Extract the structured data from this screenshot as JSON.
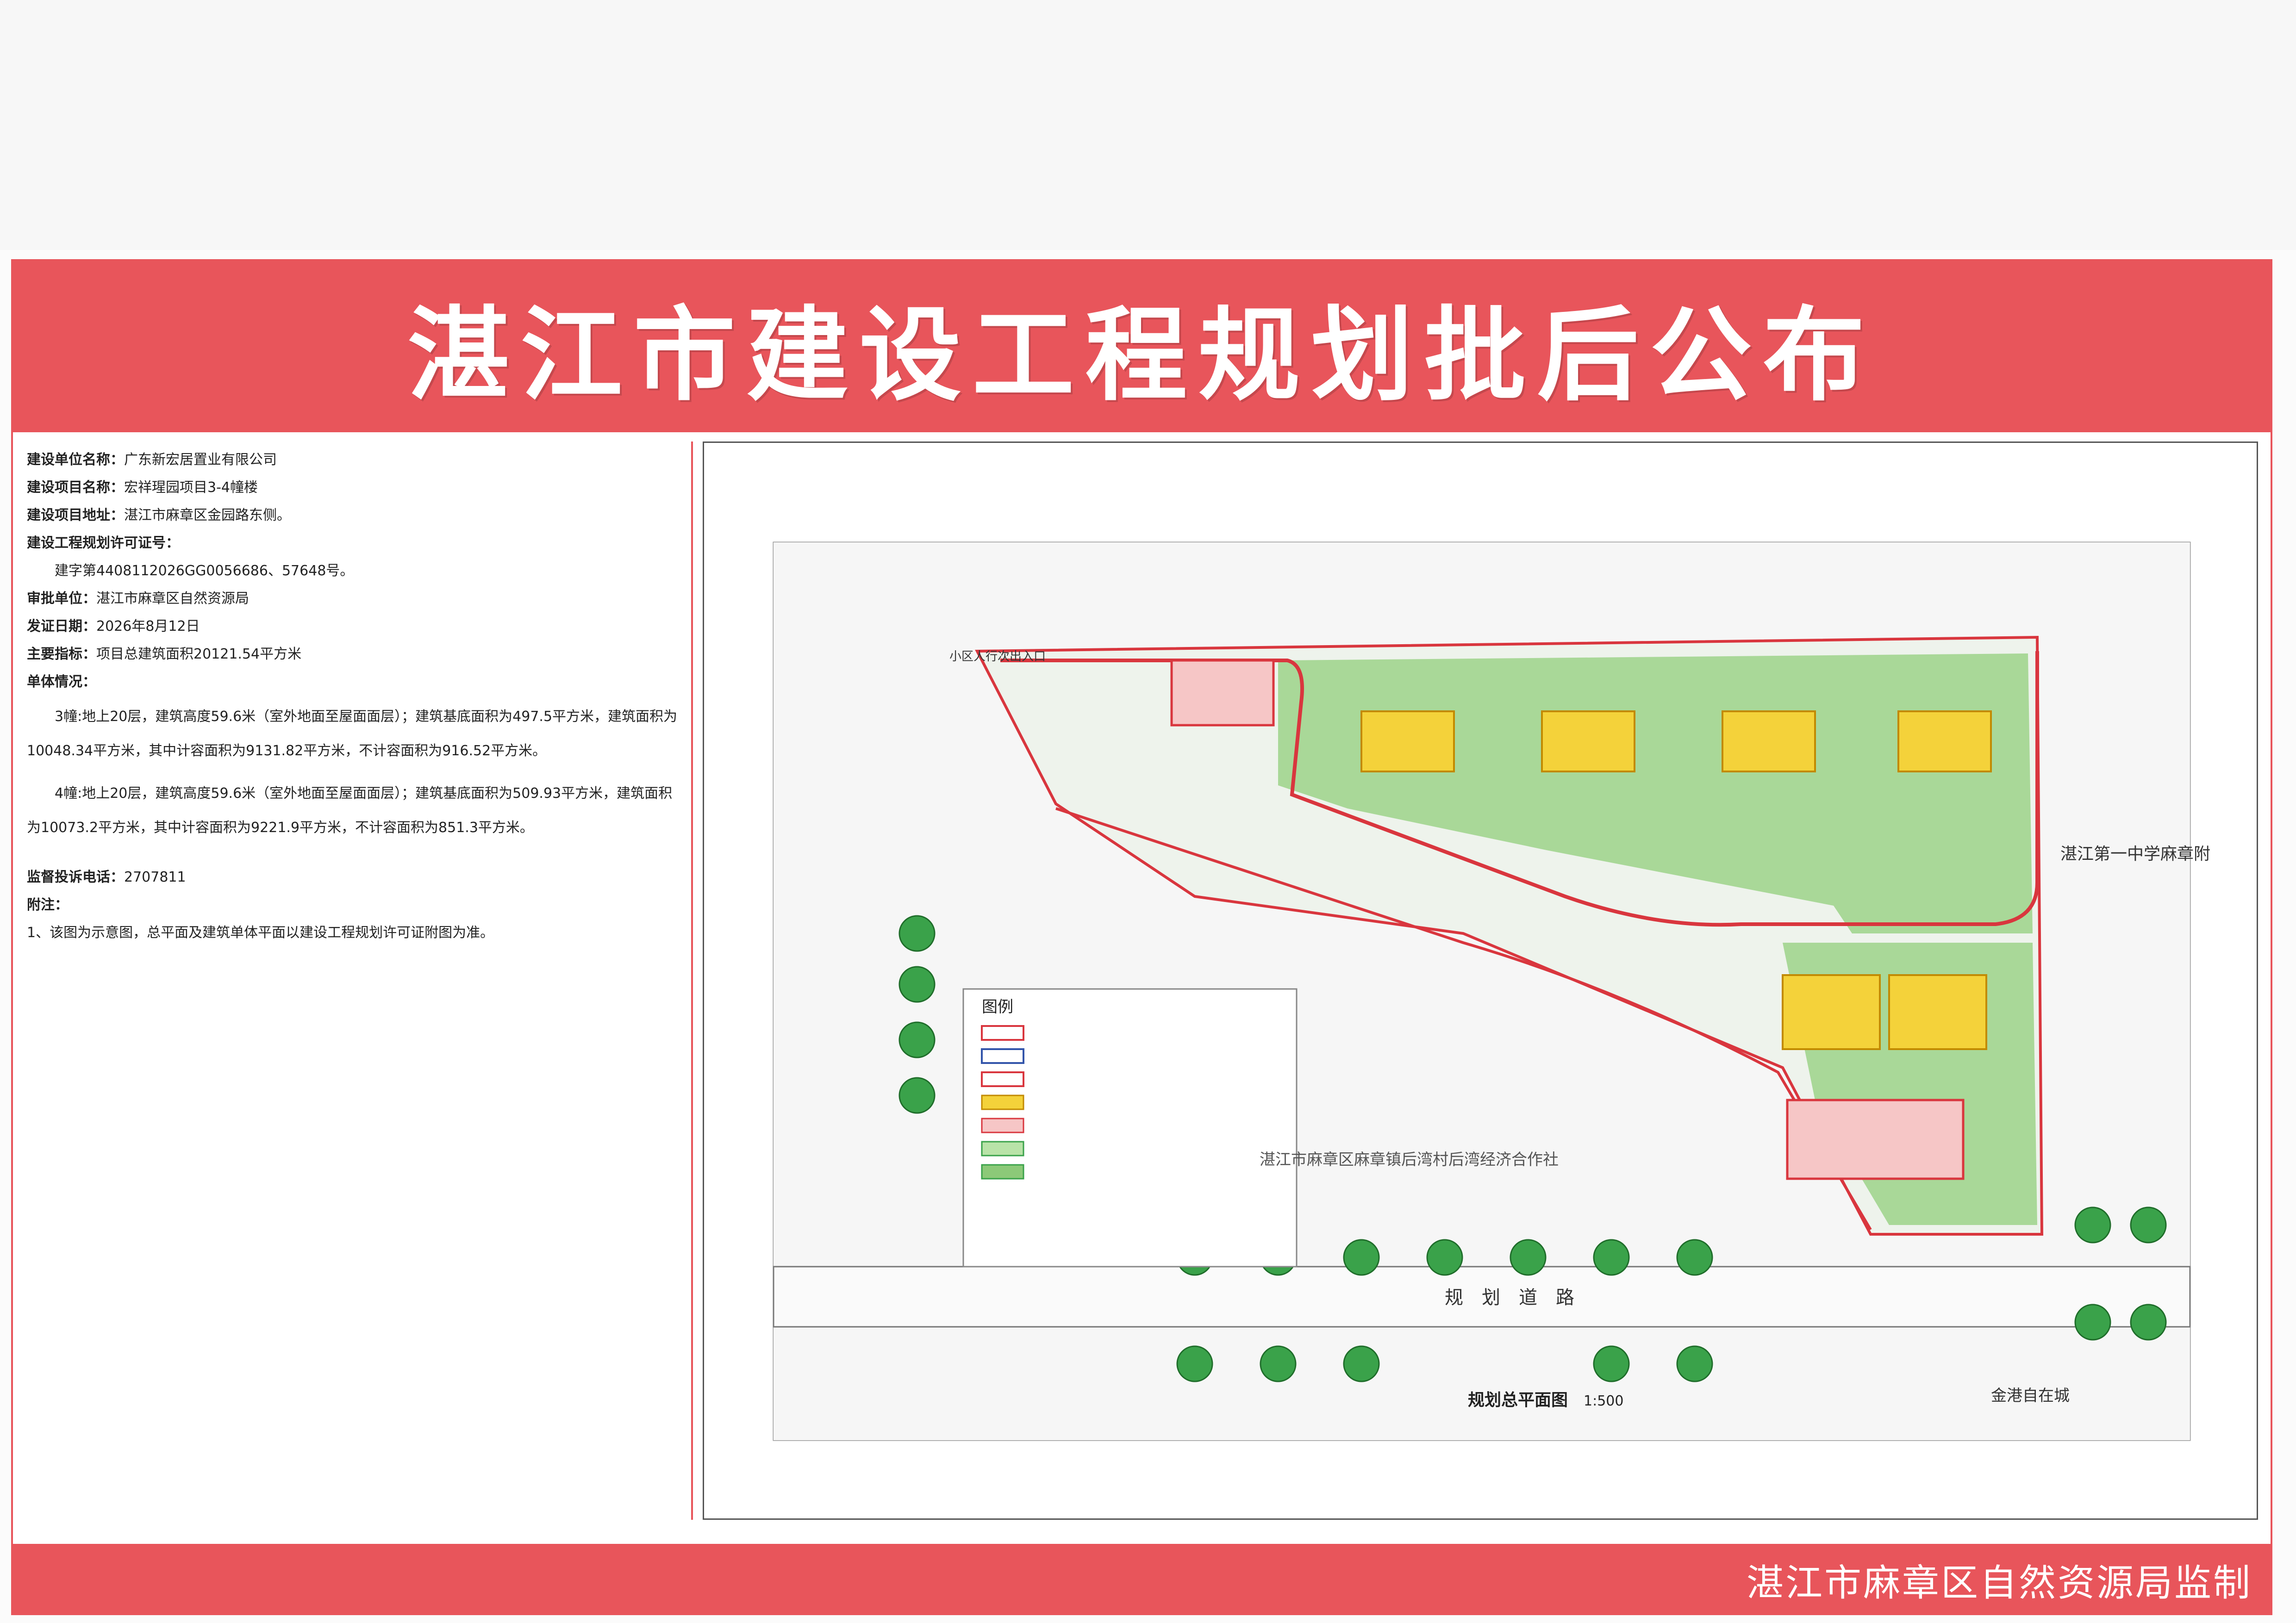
{
  "title": "湛江市建设工程规划批后公布",
  "info": {
    "unit_label": "建设单位名称：",
    "unit": "广东新宏居置业有限公司",
    "project_label": "建设项目名称：",
    "project": "宏祥瑆园项目3-4幢楼",
    "address_label": "建设项目地址：",
    "address": "湛江市麻章区金园路东侧。",
    "permit_label": "建设工程规划许可证号：",
    "permit": "建字第4408112026GG0056686、57648号。",
    "approver_label": "审批单位：",
    "approver": "湛江市麻章区自然资源局",
    "date_label": "发证日期：",
    "date": "2026年8月12日",
    "indicator_label": "主要指标：",
    "indicator": "项目总建筑面积20121.54平方米",
    "single_label": "单体情况：",
    "b3": "3幢:地上20层，建筑高度59.6米（室外地面至屋面面层）；建筑基底面积为497.5平方米，建筑面积为10048.34平方米，其中计容面积为9131.82平方米，不计容面积为916.52平方米。",
    "b4": "4幢:地上20层，建筑高度59.6米（室外地面至屋面面层）；建筑基底面积为509.93平方米，建筑面积为10073.2平方米，其中计容面积为9221.9平方米，不计容面积为851.3平方米。",
    "phone_label": "监督投诉电话：",
    "phone": "2707811",
    "note_label": "附注：",
    "note": "1、该图为示意图，总平面及建筑单体平面以建设工程规划许可证附图为准。"
  },
  "plan": {
    "road_right": "湛江第一中学麻章附",
    "coop": "湛江市麻章区麻章镇后湾村后湾经济合作社",
    "planned_road": "规　划　道　路",
    "plan_title": "规划总平面图",
    "scale": "1:500",
    "community": "金港自在城",
    "entrance": "小区人行次出入口",
    "legend_title": "图例"
  },
  "footer": "湛江市麻章区自然资源局监制",
  "colors": {
    "brand_red": "#e8555b",
    "building_yellow": "#f4d23a",
    "green": "#8cc978",
    "road_red": "#d9363e"
  }
}
